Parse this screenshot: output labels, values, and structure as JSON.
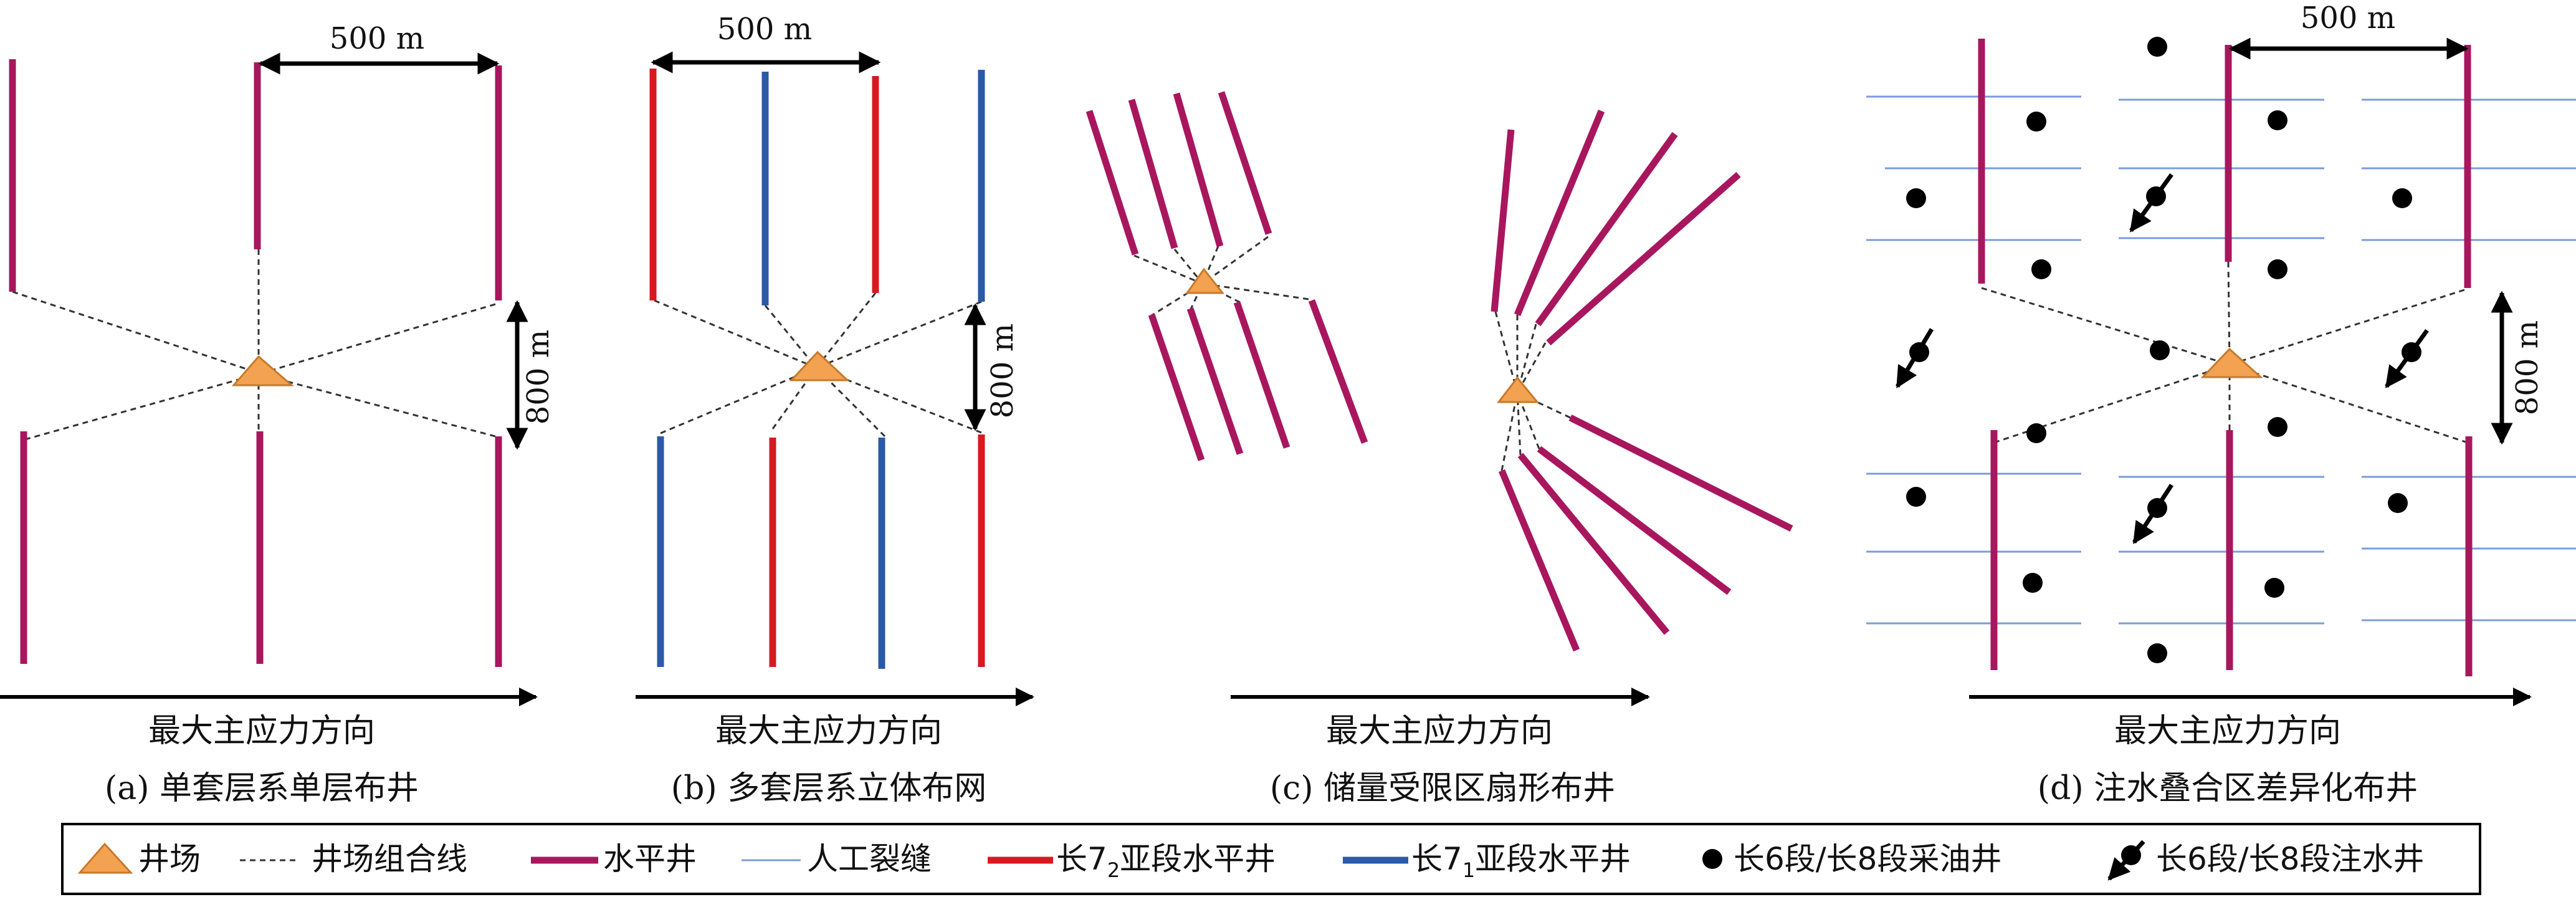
{
  "colors": {
    "horizontal_well": "#a8175e",
    "red_well": "#d71920",
    "blue_well": "#2a5aa8",
    "fracture": "#7a9cdc",
    "pad": "#f2a250",
    "pad_stroke": "#c77a2a",
    "dashed": "#333333",
    "black": "#000000"
  },
  "panels": [
    {
      "id": "a",
      "caption": "(a) 单套层系单层布井",
      "axis": "最大主应力方向",
      "dim_h": "500 m",
      "dim_v": "800 m"
    },
    {
      "id": "b",
      "caption": "(b) 多套层系立体布网",
      "axis": "最大主应力方向",
      "dim_h": "500 m",
      "dim_v": "800 m"
    },
    {
      "id": "c",
      "caption": "(c) 储量受限区扇形布井",
      "axis": "最大主应力方向"
    },
    {
      "id": "d",
      "caption": "(d) 注水叠合区差异化布井",
      "axis": "最大主应力方向",
      "dim_h": "500 m",
      "dim_v": "800 m"
    }
  ],
  "legend": {
    "pad": "井场",
    "combo_line": "井场组合线",
    "horizontal_well": "水平井",
    "fracture": "人工裂缝",
    "red_well_pre": "长7",
    "red_well_sub": "2",
    "red_well_post": "亚段水平井",
    "blue_well_pre": "长7",
    "blue_well_sub": "1",
    "blue_well_post": "亚段水平井",
    "producer": "长6段/长8段采油井",
    "injector": "长6段/长8段注水井"
  }
}
